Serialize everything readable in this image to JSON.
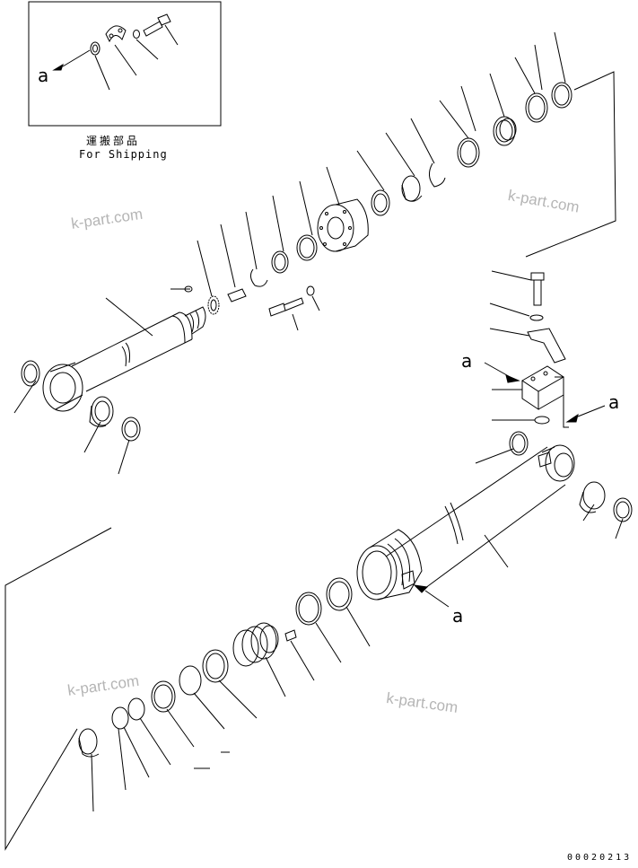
{
  "inset": {
    "label_jp": "運搬部品",
    "label_en": "For Shipping",
    "callout": "a"
  },
  "callouts": [
    "a",
    "a",
    "a"
  ],
  "watermarks": [
    "k-part.com",
    "k-part.com",
    "k-part.com",
    "k-part.com"
  ],
  "figure_number": "00020213",
  "colors": {
    "line": "#000000",
    "watermark": "#b5b5b5",
    "background": "#ffffff"
  }
}
